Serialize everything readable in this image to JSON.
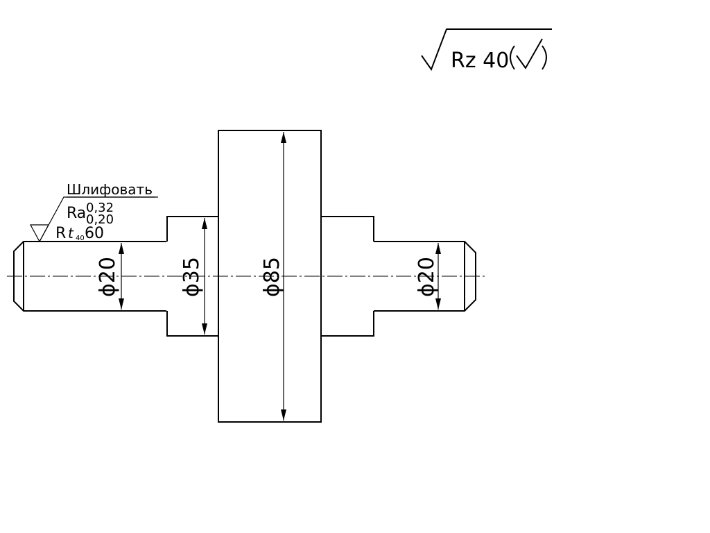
{
  "roughness_general": {
    "label": "Rz 40"
  },
  "shaft": {
    "diameters": [
      {
        "id": "left-journal",
        "label": "ϕ20",
        "value": 20
      },
      {
        "id": "left-step",
        "label": "ϕ35",
        "value": 35
      },
      {
        "id": "center-collar",
        "label": "ϕ85",
        "value": 85
      },
      {
        "id": "right-journal",
        "label": "ϕ20",
        "value": 20
      }
    ]
  },
  "surface_callout": {
    "operation": "Шлифовать",
    "ra_symbol": "Ra",
    "ra_upper": "0,32",
    "ra_lower": "0,20",
    "rt_prefix": "R",
    "rt_t": "t",
    "rt_sub": "40",
    "rt_value": "60"
  },
  "colors": {
    "line": "#000000",
    "background": "#ffffff"
  }
}
